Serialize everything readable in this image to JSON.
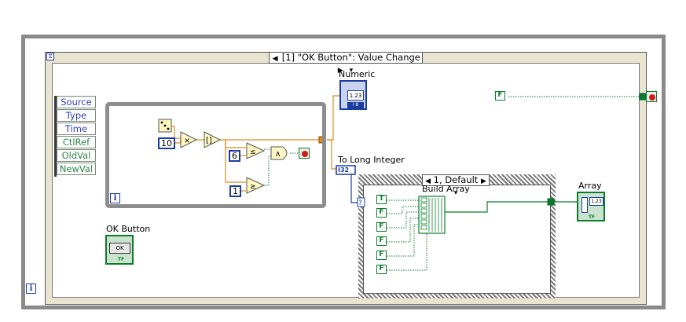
{
  "event_structure": {
    "selector": "[1] \"OK Button\": Value Change"
  },
  "event_data_node": {
    "items": [
      "Source",
      "Type",
      "Time",
      "CtlRef",
      "OldVal",
      "NewVal"
    ]
  },
  "while_loop": {
    "iteration_label": "i",
    "constants": {
      "ten": "10",
      "six": "6",
      "one": "1"
    }
  },
  "outer_iteration_label": "i",
  "numeric_indicator": {
    "label": "Numeric",
    "value": "1.23",
    "type": "I 8"
  },
  "to_long_integer": {
    "label": "To Long Integer",
    "type": "I32"
  },
  "ok_button": {
    "label": "OK Button",
    "text": "OK",
    "type": "TF"
  },
  "case_structure": {
    "selector": "1, Default",
    "build_array_label": "Build Array",
    "constants": [
      "T",
      "F",
      "F",
      "F",
      "F",
      "F"
    ]
  },
  "array_indicator": {
    "label": "Array",
    "value": "1.23",
    "type": "TF"
  },
  "false_constant": "F",
  "colors": {
    "numeric_wire": "#e08a1e",
    "boolean_wire": "#0b7d2a",
    "integer_wire": "#1b3da0"
  }
}
